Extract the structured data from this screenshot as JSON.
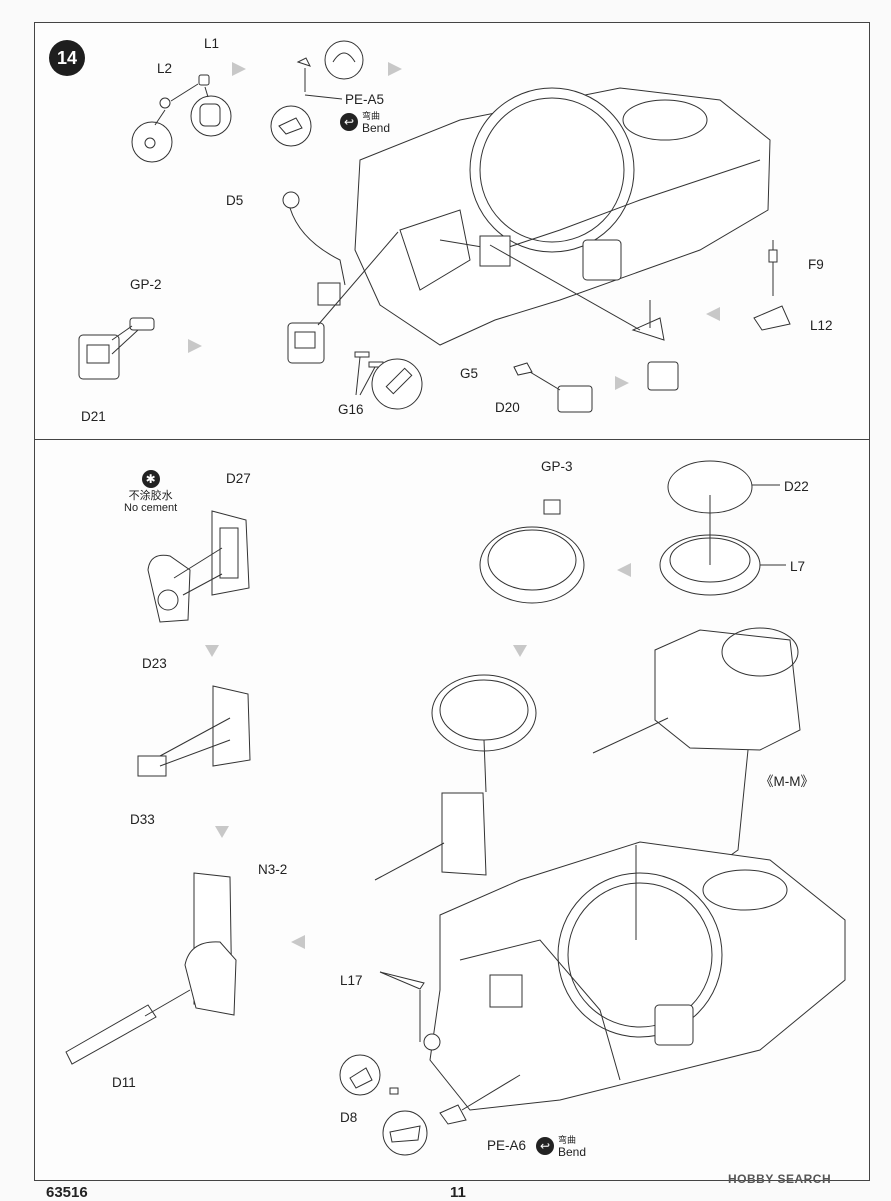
{
  "step_number": "14",
  "upper_panel": {
    "parts": {
      "l1": "L1",
      "l2": "L2",
      "pe_a5": "PE-A5",
      "d5": "D5",
      "gp2": "GP-2",
      "d21": "D21",
      "g16": "G16",
      "g5": "G5",
      "d20": "D20",
      "f9": "F9",
      "l12": "L12"
    },
    "bend_zh": "弯曲",
    "bend_en": "Bend"
  },
  "lower_panel": {
    "no_cement_zh": "不涂胶水",
    "no_cement_en": "No cement",
    "parts": {
      "d27": "D27",
      "d23": "D23",
      "d33": "D33",
      "n3_2": "N3-2",
      "d11": "D11",
      "gp3": "GP-3",
      "d22": "D22",
      "l7": "L7",
      "mm": "《M-M》",
      "l17": "L17",
      "d8": "D8",
      "pe_a6": "PE-A6"
    },
    "bend_zh": "弯曲",
    "bend_en": "Bend"
  },
  "footer": {
    "kit_number": "63516",
    "page_number": "11"
  },
  "watermark": "HOBBY SEARCH"
}
